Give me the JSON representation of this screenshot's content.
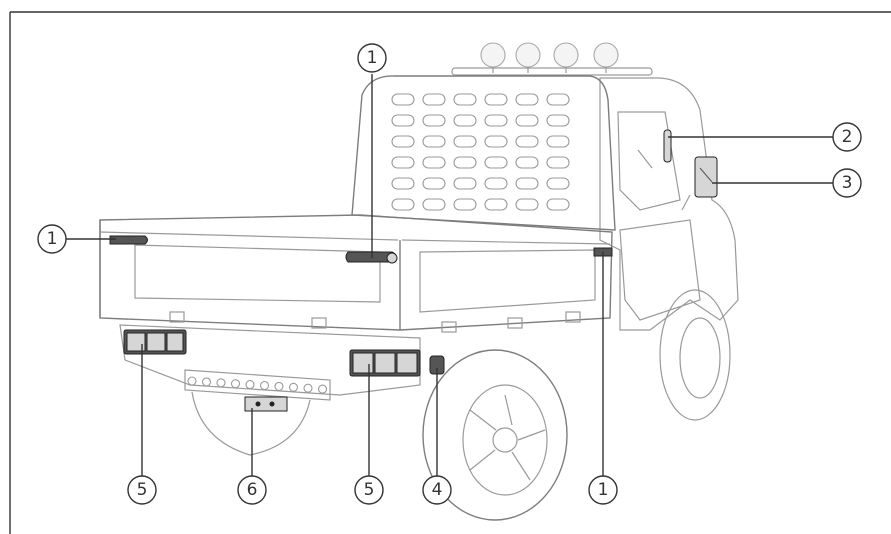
{
  "diagram": {
    "callouts": [
      {
        "id": "c1-left",
        "label": "1"
      },
      {
        "id": "c1-top",
        "label": "1"
      },
      {
        "id": "c2",
        "label": "2"
      },
      {
        "id": "c3",
        "label": "3"
      },
      {
        "id": "c1-bottom",
        "label": "1"
      },
      {
        "id": "c4",
        "label": "4"
      },
      {
        "id": "c5-right",
        "label": "5"
      },
      {
        "id": "c6",
        "label": "6"
      },
      {
        "id": "c5-left",
        "label": "5"
      }
    ]
  }
}
